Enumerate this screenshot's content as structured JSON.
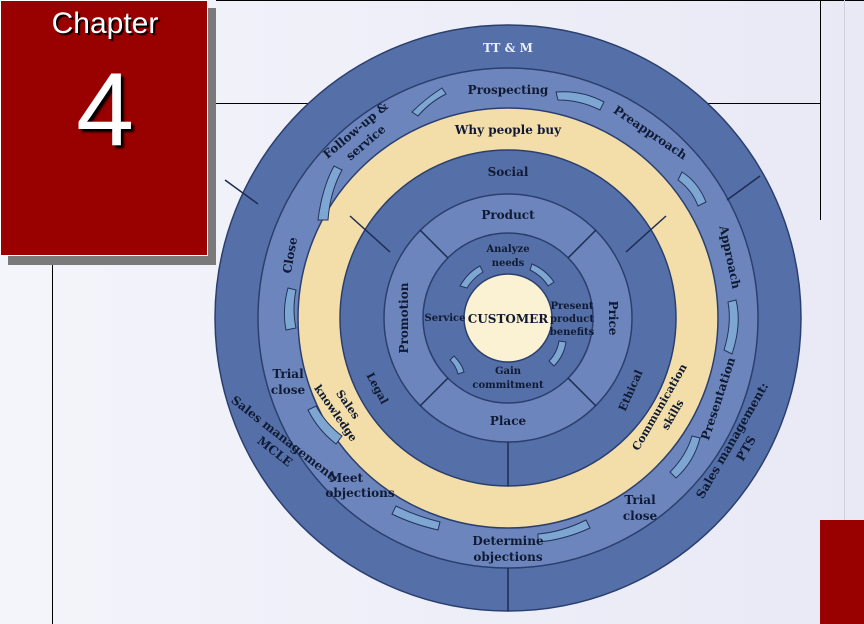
{
  "chapter": {
    "word": "Chapter",
    "number": "4"
  },
  "colors": {
    "outer_ring": "#5570a8",
    "process_ring": "#6c86bd",
    "why_ring": "#f3deaa",
    "social_ring": "#5570a8",
    "mix_ring": "#6c86bd",
    "needs_ring": "#5570a8",
    "customer": "#fbf1d3",
    "accent_red": "#990000",
    "arrow_fill": "#7ea6d2"
  },
  "diagram": {
    "outer": {
      "top": "TT & M",
      "left": [
        "Sales management:",
        "MCLE"
      ],
      "right": [
        "Sales management:",
        "PTS"
      ]
    },
    "process": {
      "prospecting": "Prospecting",
      "preapproach": "Preapproach",
      "approach": "Approach",
      "presentation": "Presentation",
      "trial_close_right": [
        "Trial",
        "close"
      ],
      "determine_objections": [
        "Determine",
        "objections"
      ],
      "meet_objections": [
        "Meet",
        "objections"
      ],
      "trial_close_left": [
        "Trial",
        "close"
      ],
      "close": "Close",
      "follow_up": [
        "Follow-up &",
        "service"
      ]
    },
    "why_people_buy": {
      "title": "Why people buy",
      "sales_knowledge": [
        "Sales",
        "knowledge"
      ],
      "communication_skills": [
        "Communication",
        "skills"
      ]
    },
    "social": {
      "title": "Social",
      "legal": "Legal",
      "ethical": "Ethical"
    },
    "marketing_mix": {
      "product": "Product",
      "price": "Price",
      "place": "Place",
      "promotion": "Promotion"
    },
    "needs": {
      "analyze": [
        "Analyze",
        "needs"
      ],
      "present": [
        "Present",
        "product",
        "benefits"
      ],
      "gain": [
        "Gain",
        "commitment"
      ],
      "service": "Service"
    },
    "center": "CUSTOMER"
  }
}
